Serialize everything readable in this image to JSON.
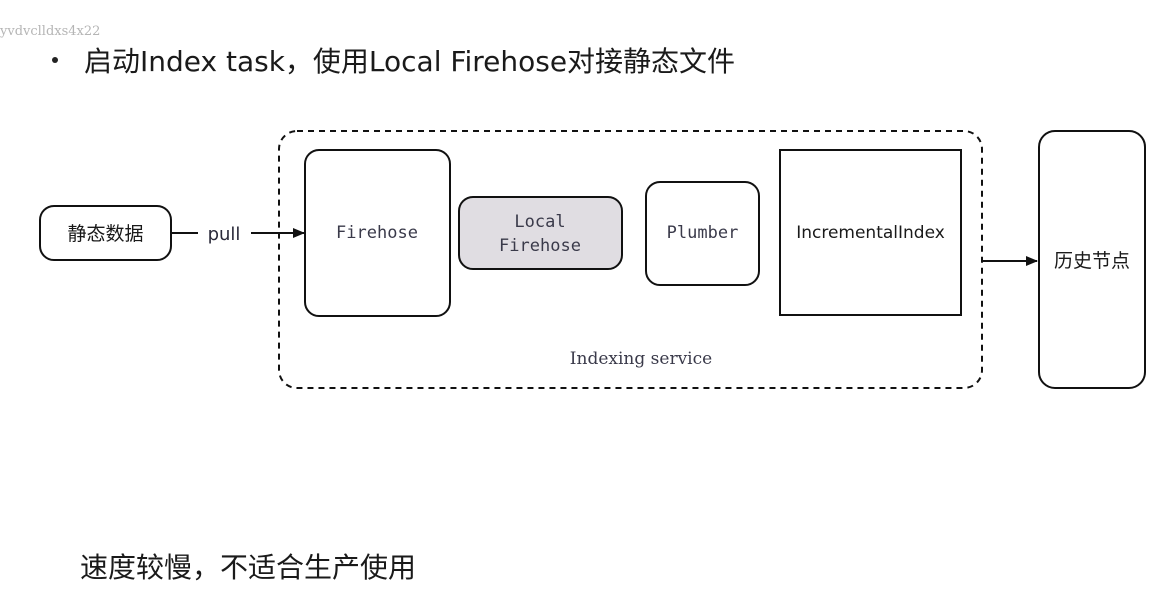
{
  "watermark": "yvdvclldxs4x22",
  "bullet_text": "启动Index task，使用Local Firehose对接静态文件",
  "footer_text": "速度较慢，不适合生产使用",
  "diagram": {
    "source_node": "静态数据",
    "edge_pull_label": "pull",
    "firehose_node": "Firehose",
    "local_firehose_line1": "Local",
    "local_firehose_line2": "Firehose",
    "plumber_node": "Plumber",
    "incremental_index_node": "IncrementalIndex",
    "group_label": "Indexing service",
    "historical_node": "历史节点"
  },
  "colors": {
    "local_firehose_fill": "#e0dde2",
    "stroke": "#111111",
    "muted_text": "#3a3a4a"
  }
}
